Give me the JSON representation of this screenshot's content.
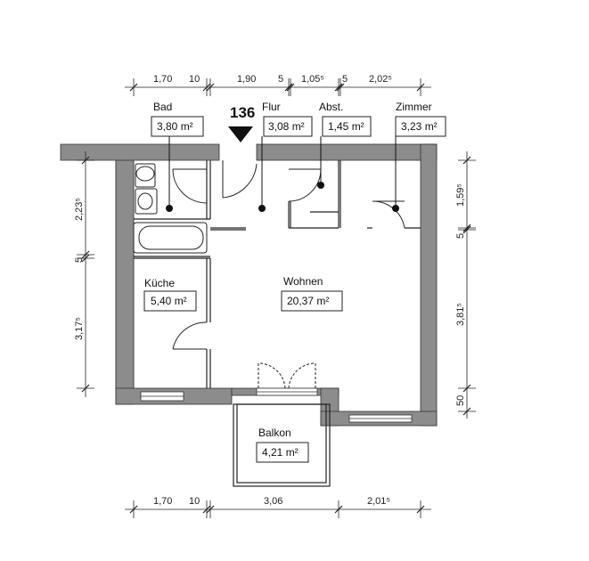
{
  "unit_number": "136",
  "rooms": {
    "bad": {
      "name": "Bad",
      "area": "3,80 m²"
    },
    "flur": {
      "name": "Flur",
      "area": "3,08 m²"
    },
    "abst": {
      "name": "Abst.",
      "area": "1,45 m²"
    },
    "zimmer": {
      "name": "Zimmer",
      "area": "3,23 m²"
    },
    "kueche": {
      "name": "Küche",
      "area": "5,40 m²"
    },
    "wohnen": {
      "name": "Wohnen",
      "area": "20,37 m²"
    },
    "balkon": {
      "name": "Balkon",
      "area": "4,21 m²"
    }
  },
  "dims_top": [
    "1,70",
    "10",
    "1,90",
    "5",
    "1,05⁵",
    "5",
    "2,02⁵"
  ],
  "dims_bottom": [
    "1,70",
    "10",
    "3,06",
    "2,01⁵"
  ],
  "dims_left": [
    "2,23⁵",
    "5",
    "3,17⁵"
  ],
  "dims_right": [
    "1,59⁵",
    "5",
    "3,81⁵",
    "50"
  ]
}
